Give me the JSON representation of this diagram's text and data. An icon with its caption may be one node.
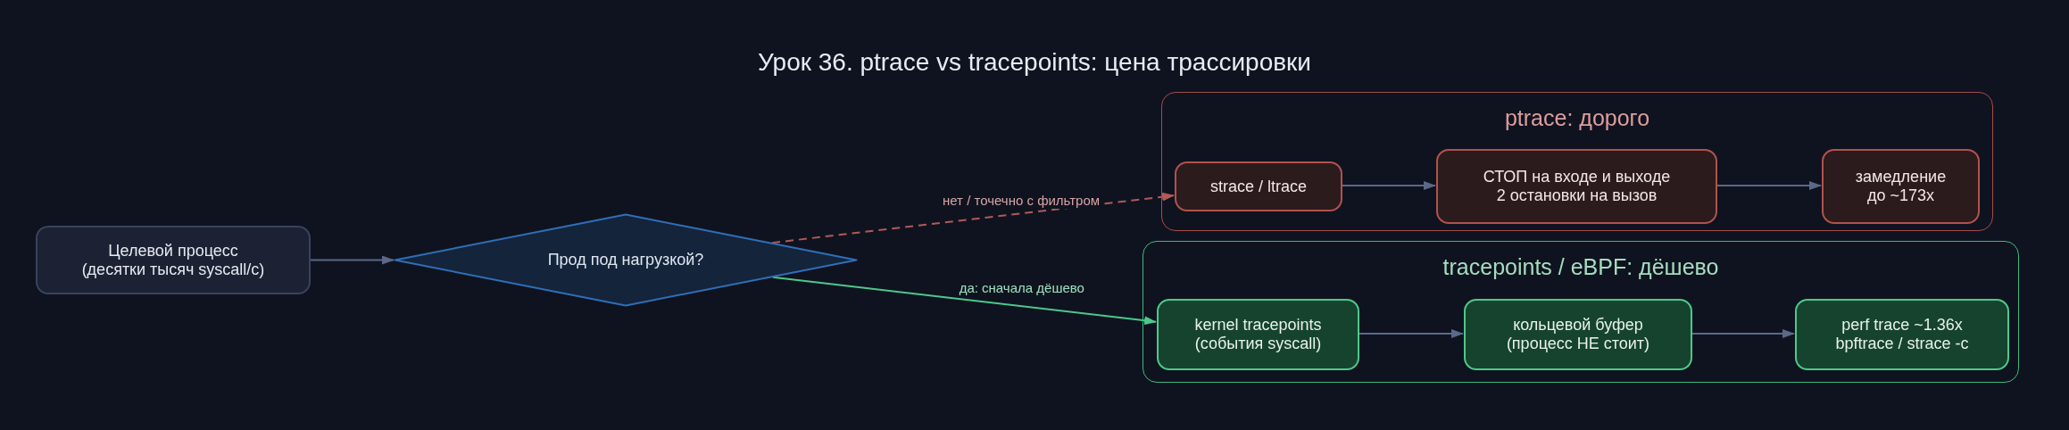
{
  "diagram": {
    "title": "Урок 36. ptrace vs tracepoints: цена трассировки",
    "nodes": [
      {
        "text": [
          "Целевой процесс (десятки тысяч syscall/с)"
        ]
      },
      {
        "text": [
          "Прод под нагрузкой?"
        ]
      },
      {
        "text": [
          "ptrace: дорого"
        ]
      },
      {
        "text": [
          "strace / ltrace"
        ],
        "in": 2
      },
      {
        "text": [
          "СТОП на входе и выходе 2 остановки на вызов"
        ],
        "in": 2
      },
      {
        "text": [
          "замедление до ~173x"
        ],
        "in": 2
      },
      {
        "text": [
          "tracepoints / eBPF: дёшево"
        ]
      },
      {
        "text": [
          "kernel tracepoints (события syscall)"
        ],
        "in": 6
      },
      {
        "text": [
          "кольцевой буфер (процесс НЕ стоит)"
        ],
        "in": 6
      },
      {
        "text": [
          "perf trace ~1.36x bpftrace / strace -c"
        ],
        "in": 6
      }
    ],
    "edges": [
      {
        "from": 0,
        "to": 1,
        "arrow": "to"
      },
      {
        "from": 1,
        "to": 3,
        "arrow": "to",
        "label": "нет / точечно с фильтром",
        "style": "dashed",
        "color": "#b05a5a"
      },
      {
        "from": 1,
        "to": 7,
        "arrow": "to",
        "label": "да: сначала дёшево",
        "color": "#4cc98a"
      },
      {
        "from": 3,
        "to": 4,
        "arrow": "to"
      },
      {
        "from": 4,
        "to": 5,
        "arrow": "to"
      },
      {
        "from": 7,
        "to": 8,
        "arrow": "to"
      },
      {
        "from": 8,
        "to": 9,
        "arrow": "to"
      }
    ]
  }
}
